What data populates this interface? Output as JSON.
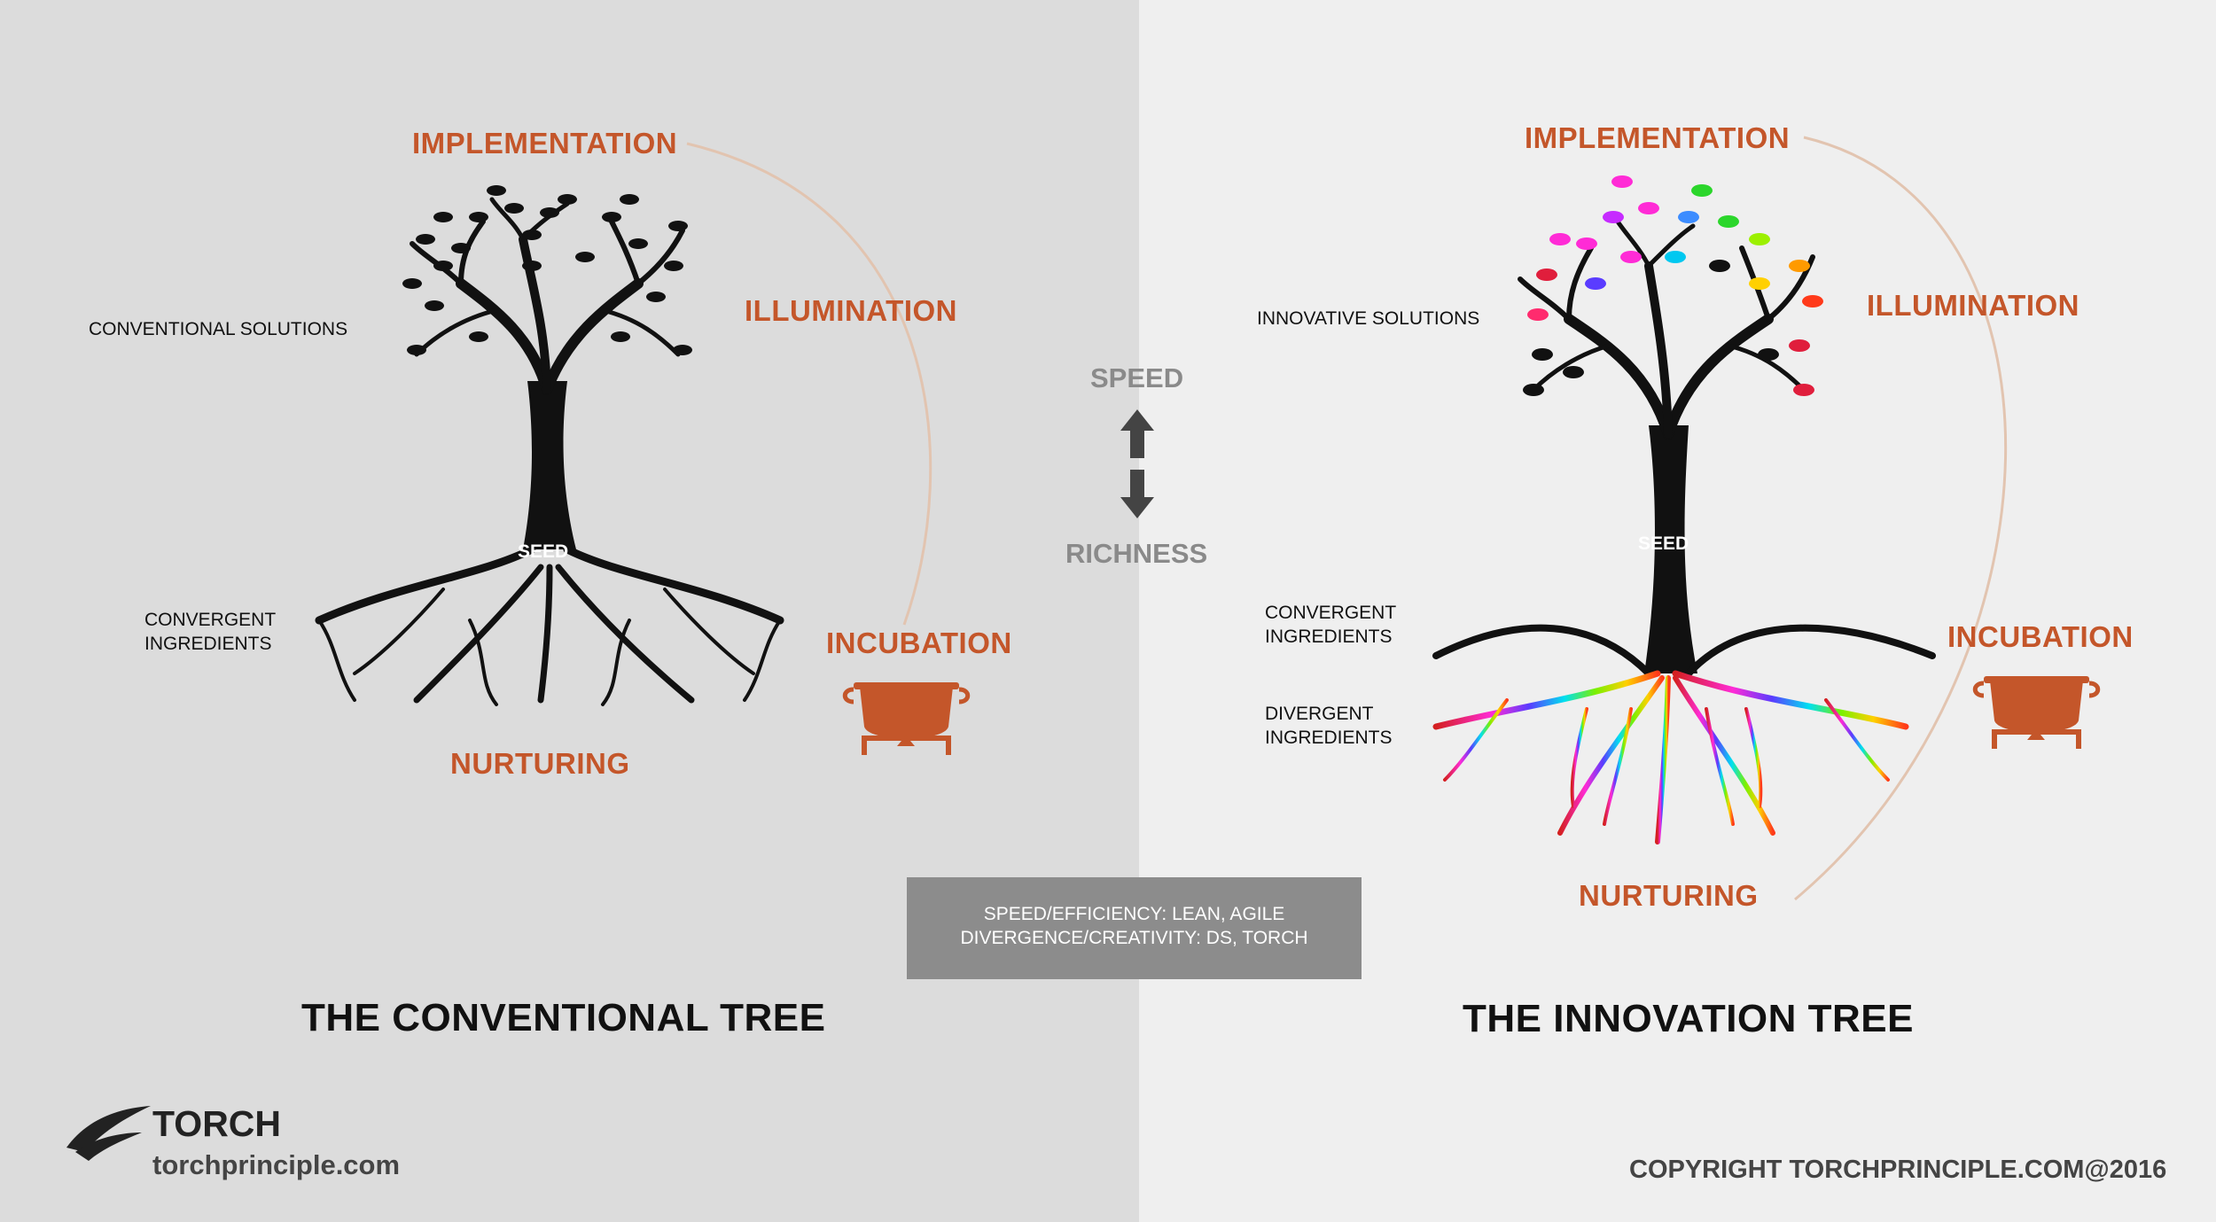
{
  "left": {
    "title": "THE CONVENTIONAL TREE",
    "stages": {
      "implementation": "IMPLEMENTATION",
      "illumination": "ILLUMINATION",
      "incubation": "INCUBATION",
      "nurturing": "NURTURING"
    },
    "solutions_label": "CONVENTIONAL SOLUTIONS",
    "convergent_label": [
      "CONVERGENT",
      "INGREDIENTS"
    ],
    "seed_label": "SEED"
  },
  "center": {
    "speed_label": "SPEED",
    "richness_label": "RICHNESS",
    "note_lines": [
      "SPEED/EFFICIENCY: LEAN, AGILE",
      "DIVERGENCE/CREATIVITY: DS, TORCH"
    ]
  },
  "right": {
    "title": "THE INNOVATION TREE",
    "stages": {
      "implementation": "IMPLEMENTATION",
      "illumination": "ILLUMINATION",
      "incubation": "INCUBATION",
      "nurturing": "NURTURING"
    },
    "solutions_label": "INNOVATIVE SOLUTIONS",
    "convergent_label": [
      "CONVERGENT",
      "INGREDIENTS"
    ],
    "divergent_label": [
      "DIVERGENT",
      "INGREDIENTS"
    ],
    "seed_label": "SEED"
  },
  "brand": {
    "name": "TORCH",
    "url": "torchprinciple.com"
  },
  "copyright": "COPYRIGHT TORCHPRINCIPLE.COM@2016",
  "colors": {
    "accent": "#c4562a",
    "arc": "#e2c4b0",
    "left_bg": "#dcdcdc",
    "right_bg": "#efefef",
    "note_box": "#8c8c8c"
  },
  "icons": [
    "cooking-pot-icon",
    "double-arrow-icon",
    "torch-wing-logo-icon"
  ]
}
